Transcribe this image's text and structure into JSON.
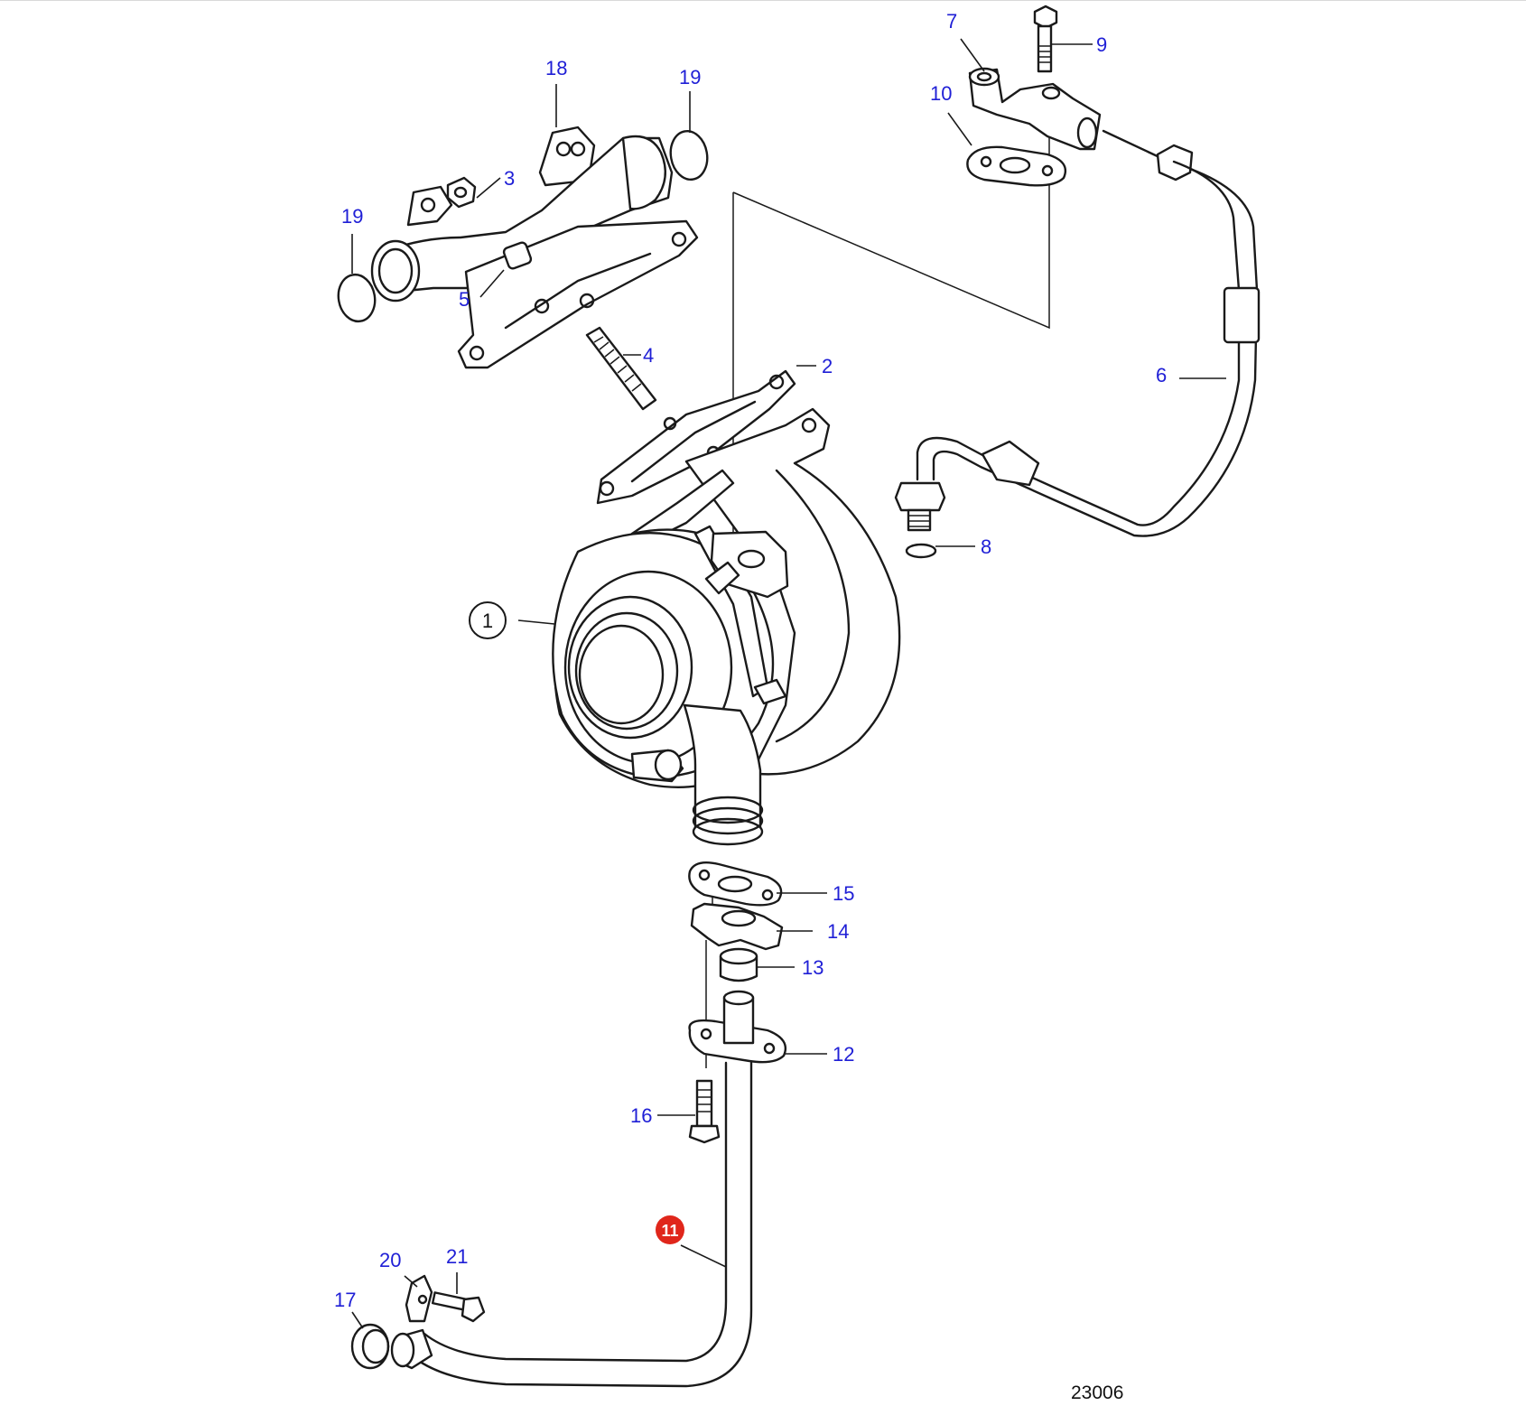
{
  "diagram": {
    "drawing_number": "23006",
    "highlight_color": "#e0261b",
    "callout_color": "#1f1fd6",
    "main_callout": "1",
    "highlighted_callout": "11",
    "callouts": [
      {
        "id": "c2",
        "label": "2"
      },
      {
        "id": "c3",
        "label": "3"
      },
      {
        "id": "c4",
        "label": "4"
      },
      {
        "id": "c5",
        "label": "5"
      },
      {
        "id": "c6",
        "label": "6"
      },
      {
        "id": "c7",
        "label": "7"
      },
      {
        "id": "c8",
        "label": "8"
      },
      {
        "id": "c9",
        "label": "9"
      },
      {
        "id": "c10",
        "label": "10"
      },
      {
        "id": "c12",
        "label": "12"
      },
      {
        "id": "c13",
        "label": "13"
      },
      {
        "id": "c14",
        "label": "14"
      },
      {
        "id": "c15",
        "label": "15"
      },
      {
        "id": "c16",
        "label": "16"
      },
      {
        "id": "c17",
        "label": "17"
      },
      {
        "id": "c18",
        "label": "18"
      },
      {
        "id": "c19a",
        "label": "19"
      },
      {
        "id": "c19b",
        "label": "19"
      },
      {
        "id": "c20",
        "label": "20"
      },
      {
        "id": "c21",
        "label": "21"
      }
    ]
  }
}
